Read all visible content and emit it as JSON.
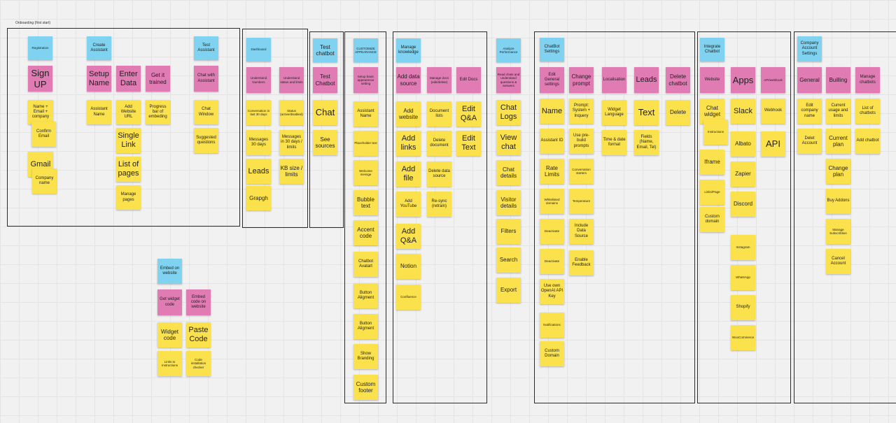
{
  "frame_labels": {
    "onboarding": "Onboarding (first start)"
  },
  "notes": {
    "registration": "Registration",
    "sign_up": "Sign UP",
    "name_email_company": "Name + Email + company",
    "confirm_email": "Confirm Email",
    "gmail": "Gmail",
    "company_name": "Company name",
    "create_assistant": "Create Assistant",
    "setup_name": "Setup Name",
    "assistant_name": "Assistant Name",
    "enter_data": "Enter Data",
    "add_website_url": "Add Website URL",
    "single_link": "Single Link",
    "list_of_pages": "List of pages",
    "manage_pages": "Manage pages",
    "get_it_trained": "Get it trained",
    "progress_bar": "Progress bar of embeding",
    "test_assistant": "Test Assistant",
    "chat_with_assistant": "Chat with Assistant",
    "chat_window": "Chat Window",
    "suggested_questions": "Suggested questions",
    "dashboard": "Dashboard",
    "understand_numbers": "Understand Numbers",
    "understand_status": "Understand status and limits",
    "conversation_30": "Conversation in last 30 days",
    "status_active": "Status (active/disabled)",
    "messages_30": "Messages 30 days",
    "messages_30_limits": "Messages in 30 days / limits",
    "leads_dash": "Leads",
    "kb_size": "KB size / limits",
    "grapgh": "Grapgh",
    "test_chatbot_blue": "Test chatbot",
    "test_chatbot_pink": "Test Chatbot",
    "chat": "Chat",
    "see_sources": "See sources",
    "customize_appearance": "CUSTOMIZE APPEARANCE",
    "setup_basic_appearance": "Setup basic appearence setting",
    "assistant_name_2": "Assistant Name",
    "placeholder_text": "Placeholder text",
    "welcome_message": "Welcome messge",
    "bubble_text": "Bubble text",
    "accent_code": "Accent code",
    "chatbot_avatar": "Chatbot Avatart",
    "button_alignment_1": "Button Aligment",
    "button_alignment_2": "Button Aligment",
    "show_branding": "Show Branding",
    "custom_footer": "Custom footer",
    "manage_knowledge": "Manage knowledge",
    "add_data_source": "Add data source",
    "manage_docs": "Manage docs (edit/delete)",
    "edit_docs": "Edit Docs",
    "add_website": "Add website",
    "document_lists": "Document lists",
    "edit_qa": "Edit Q&A",
    "add_links": "Add links",
    "delete_document": "Delete document",
    "edit_text": "Edit Text",
    "add_file": "Add file",
    "delete_data_source": "Delete data source",
    "add_youtube": "Add YouTube",
    "resync": "Re-sync (retrain)",
    "add_qa": "Add Q&A",
    "notion": "Notion",
    "confluence": "Confluence",
    "analyze_performance": "Analyze Performance",
    "read_chats": "Read chats and understand questions & answers",
    "chat_logs": "Chat Logs",
    "view_chat": "View chat",
    "chat_details": "Chat details",
    "visitor_details": "Visitor details",
    "filters": "Filters",
    "search": "Search",
    "export": "Export",
    "chatbot_settings": "ChatBot Settings",
    "edit_general_settings": "Edit General settings",
    "change_prompt": "Change prompt",
    "localisation": "Localisation",
    "leads_settings": "Leads",
    "delete_chatbot": "Delete chatbot",
    "name": "Name",
    "prompt_system": "Prompt: System + Inquery",
    "widget_language": "Widget Language",
    "text": "Text",
    "delete": "Delete",
    "assistant_id": "Assistant ID",
    "use_prebuild_prompts": "Use pre-build prompts",
    "time_date_format": "Time & date format",
    "fields": "Fields (Name, Email, Tel)",
    "rate_limits": "Rate Limits",
    "conversation_starters": "Conversation starters",
    "whitelisted_domains": "Whitelisted domains",
    "temperature": "Temperature",
    "deactivate_1": "Deactivate",
    "include_data_source": "Include Data Source",
    "deactivate_2": "Deactivate",
    "enable_feedback": "Enable Feedback",
    "use_own_openai": "Use own OpenAI API Key",
    "notifications": "Notifications",
    "custom_domain_settings": "Custom Domain",
    "integrate_chatbot": "Integrate Chatbot",
    "website": "Website",
    "apps": "Apps",
    "api_webhook": "API/webhook",
    "chat_widget": "Chat widget",
    "instructions": "Instructions",
    "slack": "Slack",
    "webhook": "Webhook",
    "albato": "Albato",
    "api": "API",
    "iframe": "Iframe",
    "zapier": "Zapier",
    "links_page": "Links/Page",
    "discord": "Discord",
    "custom_domain_integrate": "Custom domain",
    "instagram": "Instagram",
    "whatsapp": "WhatsApp",
    "shopify": "Shopify",
    "woocommerce": "WooCommerce",
    "company_account_settings": "Company Account Settings",
    "general": "General",
    "builling": "Builling",
    "manage_chatbots": "Manage chatbots",
    "edit_company_name": "Edit company name",
    "current_usage": "Current usage and limits",
    "list_of_chatbots": "List of chatbots",
    "delet_account": "Delet Account",
    "current_plan": "Current plan",
    "add_chatbot": "Add chatbot",
    "change_plan": "Change plan",
    "buy_addons": "Buy Addons",
    "manage_subscription": "Manage Subscribtion",
    "cancel_account": "Cancel Account",
    "embed_on_website": "Embed on website",
    "get_widget_code": "Get widget code",
    "embed_code_on_website": "Embed code on website",
    "widget_code": "Widget code",
    "paste_code": "Paste Code",
    "links_to_instructions": "Links to Instructions",
    "code_installation_checker": "Code installation checker"
  }
}
